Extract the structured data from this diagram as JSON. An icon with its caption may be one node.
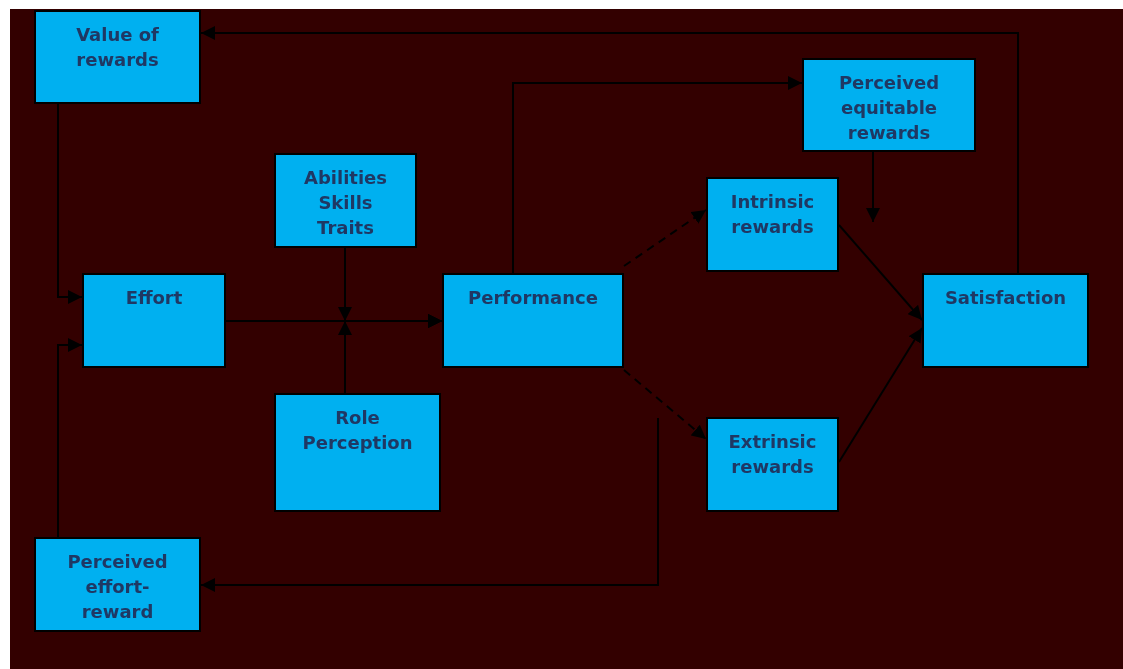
{
  "diagram": {
    "nodes": [
      {
        "text": [
          "Value of rewards"
        ]
      },
      {
        "text": [
          "Perceived equitable rewards"
        ]
      },
      {
        "text": [
          "Abilities Skills Traits"
        ]
      },
      {
        "text": [
          "Intrinsic rewards"
        ]
      },
      {
        "text": [
          "Effort"
        ]
      },
      {
        "text": [
          "Performance"
        ]
      },
      {
        "text": [
          "Satisfaction"
        ]
      },
      {
        "text": [
          "Role Perception"
        ]
      },
      {
        "text": [
          "Extrinsic rewards"
        ]
      },
      {
        "text": [
          "Perceived effort-reward"
        ]
      }
    ],
    "edges": [
      {
        "from": 6,
        "to": 0,
        "arrow": "to"
      },
      {
        "from": 0,
        "to": 4,
        "arrow": "to"
      },
      {
        "from": 9,
        "to": 4,
        "arrow": "to"
      },
      {
        "from": 4,
        "to": 5,
        "arrow": "to"
      },
      {
        "from": 2,
        "to": 5,
        "arrow": "to"
      },
      {
        "from": 7,
        "to": 5,
        "arrow": "to"
      },
      {
        "from": 5,
        "to": 1,
        "arrow": "to"
      },
      {
        "from": 1,
        "to": null,
        "arrow": "to"
      },
      {
        "from": 5,
        "to": 3,
        "arrow": "to",
        "style": "dashed"
      },
      {
        "from": 5,
        "to": 8,
        "arrow": "to",
        "style": "dashed"
      },
      {
        "from": 3,
        "to": 6,
        "arrow": "to"
      },
      {
        "from": 8,
        "to": 6,
        "arrow": "to"
      },
      {
        "from": null,
        "to": 9,
        "arrow": "to"
      }
    ]
  }
}
